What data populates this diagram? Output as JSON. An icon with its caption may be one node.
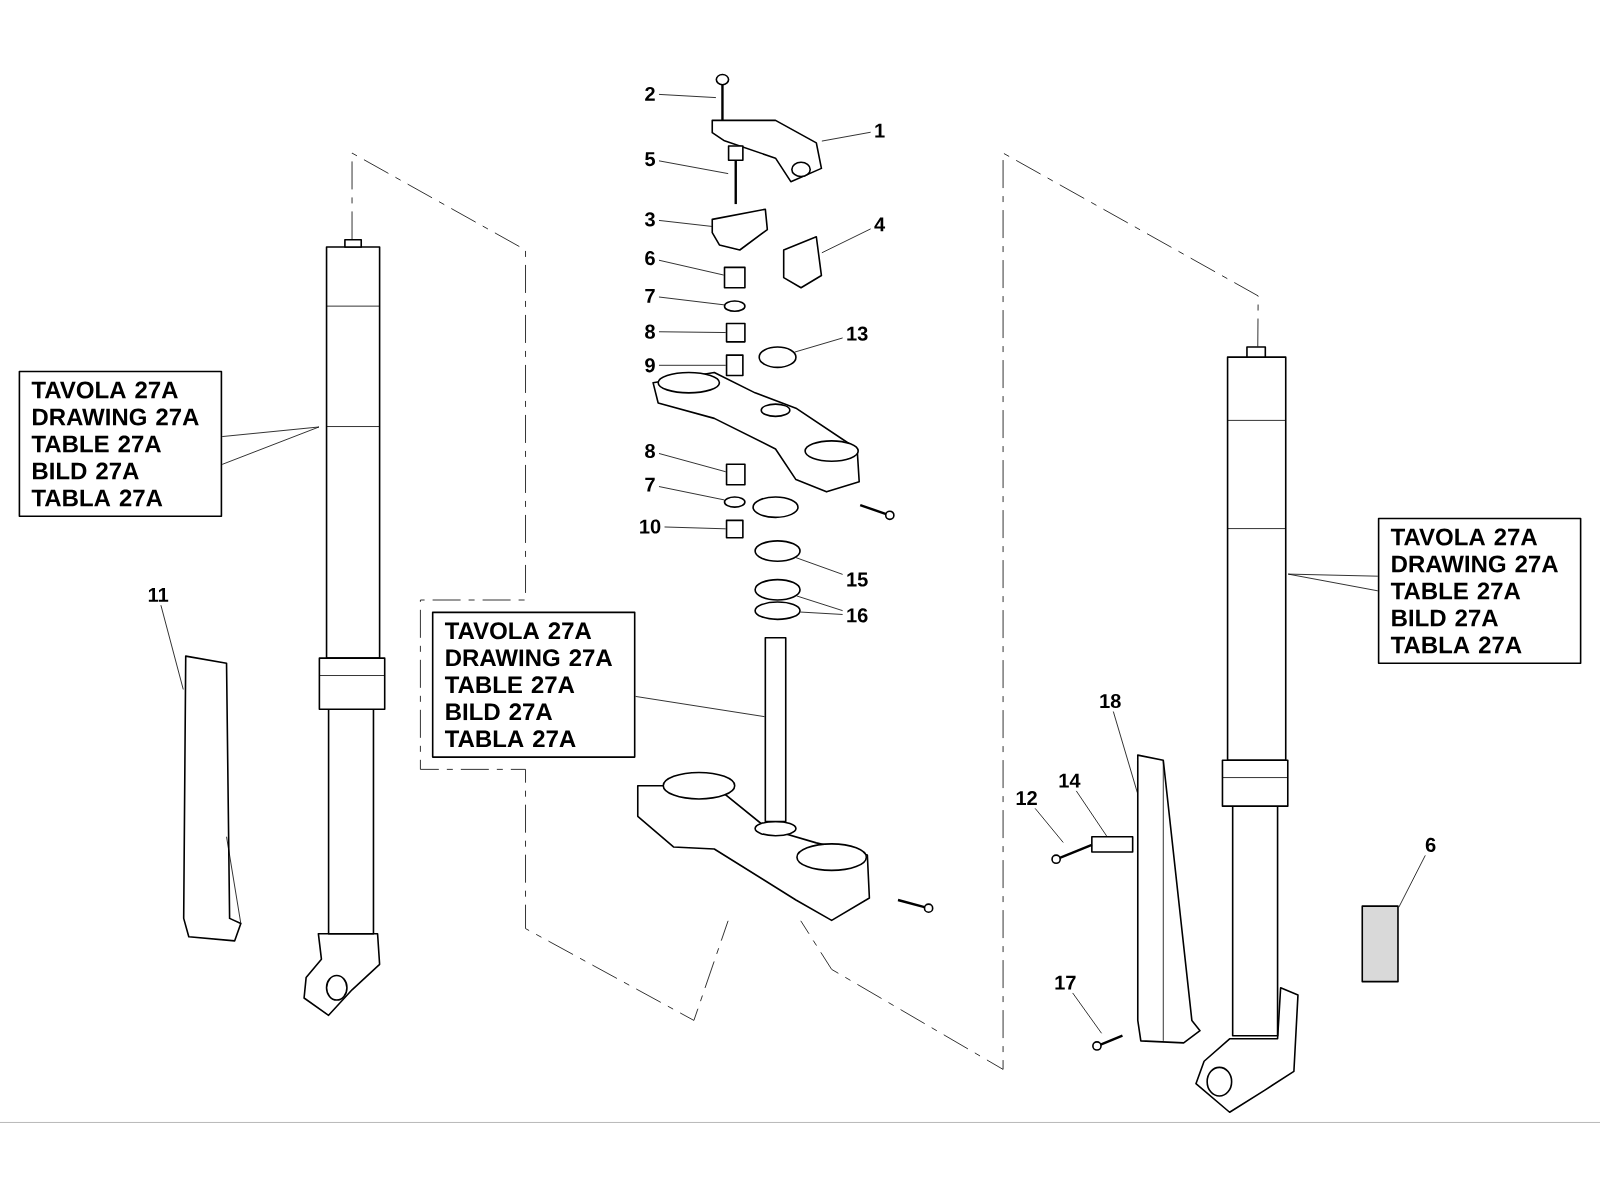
{
  "diagram": {
    "nodes": [
      {
        "text": [
          "2"
        ]
      },
      {
        "text": [
          "1"
        ]
      },
      {
        "text": [
          "5"
        ]
      },
      {
        "text": [
          "3"
        ]
      },
      {
        "text": [
          "4"
        ]
      },
      {
        "text": [
          "6"
        ]
      },
      {
        "text": [
          "7"
        ]
      },
      {
        "text": [
          "8"
        ]
      },
      {
        "text": [
          "9"
        ]
      },
      {
        "text": [
          "13"
        ]
      },
      {
        "text": [
          "TAVOLA 27A",
          "DRAWING 27A",
          "TABLE 27A",
          "BILD 27A",
          "TABLA 27A"
        ]
      },
      {
        "text": [
          "8"
        ]
      },
      {
        "text": [
          "7"
        ]
      },
      {
        "text": [
          "10"
        ]
      },
      {
        "text": [
          "TAVOLA 27A",
          "DRAWING 27A",
          "TABLE 27A",
          "BILD 27A",
          "TABLA 27A"
        ]
      },
      {
        "text": [
          "15"
        ]
      },
      {
        "text": [
          "11"
        ]
      },
      {
        "text": [
          "16"
        ]
      },
      {
        "text": [
          "TAVOLA 27A",
          "DRAWING 27A",
          "TABLE 27A",
          "BILD 27A",
          "TABLA 27A"
        ]
      },
      {
        "text": [
          "18"
        ]
      },
      {
        "text": [
          "14"
        ]
      },
      {
        "text": [
          "12"
        ]
      },
      {
        "text": [
          "6"
        ]
      },
      {
        "text": [
          "17"
        ]
      },
      {
        "text": [],
        "shape": "picture"
      },
      {
        "text": [],
        "shape": "picture"
      },
      {
        "text": [],
        "shape": "picture"
      },
      {
        "text": [],
        "shape": "picture"
      },
      {
        "text": [],
        "shape": "picture"
      },
      {
        "text": [],
        "shape": "box"
      },
      {
        "text": [],
        "shape": "circle"
      },
      {
        "text": [],
        "shape": "box"
      },
      {
        "text": [],
        "shape": "box"
      },
      {
        "text": [],
        "shape": "circle"
      },
      {
        "text": [],
        "shape": "picture"
      },
      {
        "text": [],
        "shape": "box"
      },
      {
        "text": [],
        "shape": "circle"
      },
      {
        "text": [],
        "shape": "box"
      },
      {
        "text": [],
        "shape": "circle"
      },
      {
        "text": [],
        "shape": "circle"
      },
      {
        "text": [],
        "shape": "circle"
      },
      {
        "text": [],
        "shape": "box"
      },
      {
        "text": [],
        "shape": "picture"
      },
      {
        "text": [],
        "shape": "picture"
      },
      {
        "text": [],
        "shape": "picture"
      },
      {
        "text": [],
        "shape": "picture"
      },
      {
        "text": [],
        "shape": "box"
      },
      {
        "text": [],
        "shape": "picture"
      },
      {
        "text": [],
        "shape": "box"
      },
      {
        "text": [],
        "shape": "picture"
      },
      {
        "text": [],
        "shape": "picture"
      }
    ],
    "edges": [
      {
        "from": 0,
        "to": 24,
        "arrow": "none"
      },
      {
        "from": 1,
        "to": 25,
        "arrow": "none"
      },
      {
        "from": 2,
        "to": 26,
        "arrow": "none"
      },
      {
        "from": 3,
        "to": 27,
        "arrow": "none"
      },
      {
        "from": 4,
        "to": 28,
        "arrow": "none"
      },
      {
        "from": 5,
        "to": 29,
        "arrow": "none"
      },
      {
        "from": 6,
        "to": 30,
        "arrow": "none"
      },
      {
        "from": 7,
        "to": 31,
        "arrow": "none"
      },
      {
        "from": 8,
        "to": 32,
        "arrow": "none"
      },
      {
        "from": 9,
        "to": 33,
        "arrow": "none"
      },
      {
        "from": 10,
        "to": 42,
        "arrow": "none"
      },
      {
        "from": 10,
        "to": 42,
        "arrow": "none"
      },
      {
        "from": 11,
        "to": 35,
        "arrow": "none"
      },
      {
        "from": 12,
        "to": 36,
        "arrow": "none"
      },
      {
        "from": 13,
        "to": 37,
        "arrow": "none"
      },
      {
        "from": 14,
        "to": 44,
        "arrow": "none"
      },
      {
        "from": 14,
        "to": 44,
        "arrow": "none"
      },
      {
        "from": 15,
        "to": 38,
        "arrow": "none"
      },
      {
        "from": 16,
        "to": 43,
        "arrow": "none"
      },
      {
        "from": 17,
        "to": 39,
        "arrow": "none"
      },
      {
        "from": 17,
        "to": 40,
        "arrow": "none"
      },
      {
        "from": 18,
        "to": 41,
        "arrow": "none"
      },
      {
        "from": 19,
        "to": 45,
        "arrow": "none"
      },
      {
        "from": 20,
        "to": 46,
        "arrow": "none"
      },
      {
        "from": 21,
        "to": 47,
        "arrow": "none"
      },
      {
        "from": 22,
        "to": 48,
        "arrow": "none"
      },
      {
        "from": 23,
        "to": 49,
        "arrow": "none"
      },
      {
        "from": 42,
        "to": 50,
        "arrow": "none",
        "style": "dashed"
      },
      {
        "from": 44,
        "to": 50,
        "arrow": "none",
        "style": "dashed"
      }
    ]
  }
}
